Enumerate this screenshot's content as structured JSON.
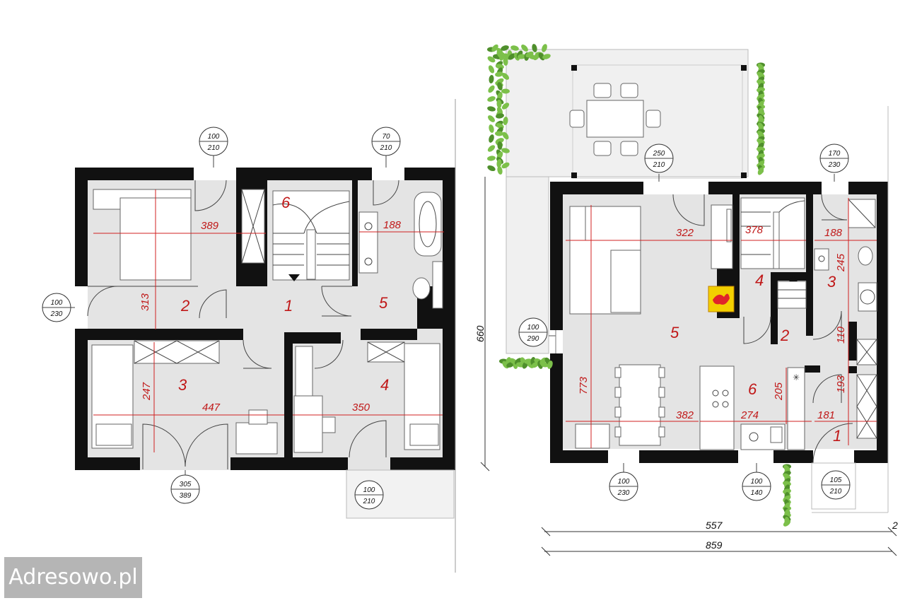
{
  "watermark": "Adresowo.pl",
  "upper_floor": {
    "rooms": [
      {
        "num": "1"
      },
      {
        "num": "2"
      },
      {
        "num": "3"
      },
      {
        "num": "4"
      },
      {
        "num": "5"
      },
      {
        "num": "6"
      }
    ],
    "dims": [
      "389",
      "188",
      "313",
      "247",
      "447",
      "350"
    ],
    "doors": [
      {
        "w": "100",
        "h": "210"
      },
      {
        "w": "70",
        "h": "210"
      },
      {
        "w": "100",
        "h": "230"
      },
      {
        "w": "305",
        "h": "389"
      },
      {
        "w": "100",
        "h": "210"
      }
    ]
  },
  "ground_floor": {
    "rooms": [
      {
        "num": "1"
      },
      {
        "num": "2"
      },
      {
        "num": "3"
      },
      {
        "num": "4"
      },
      {
        "num": "5"
      },
      {
        "num": "6"
      }
    ],
    "dims": [
      "322",
      "378",
      "188",
      "245",
      "110",
      "193",
      "773",
      "382",
      "274",
      "205",
      "181"
    ],
    "doors": [
      {
        "w": "250",
        "h": "210"
      },
      {
        "w": "170",
        "h": "230"
      },
      {
        "w": "100",
        "h": "290"
      },
      {
        "w": "100",
        "h": "230"
      },
      {
        "w": "100",
        "h": "140"
      },
      {
        "w": "105",
        "h": "210"
      }
    ],
    "overall": {
      "height": "660",
      "width_inner": "557",
      "width_total": "859",
      "corner": "2"
    }
  },
  "colors": {
    "walls": "#111111",
    "floor": "#e4e4e4",
    "dimensions": "#c01818",
    "plants": "#7cc04a",
    "fireplace": "#f2d000"
  }
}
